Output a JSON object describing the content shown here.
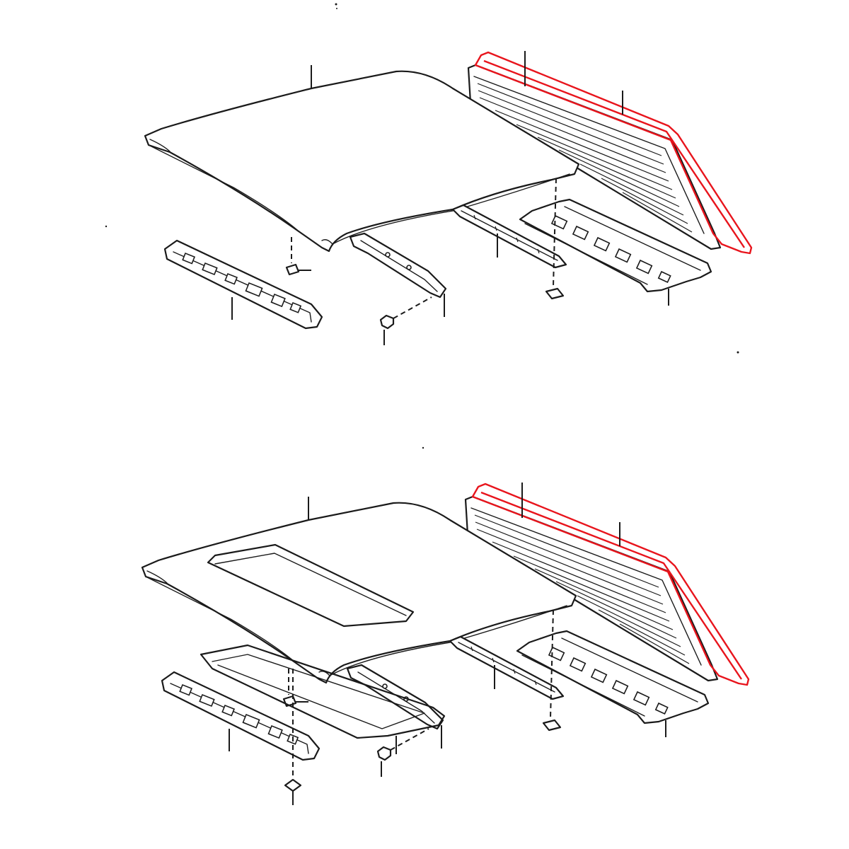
{
  "colors": {
    "ink": "#1a1a1a",
    "highlight": "#e8141c",
    "background": "#ffffff"
  },
  "views": [
    {
      "name": "roof-assembly-without-sunroof",
      "has_sunroof": false,
      "highlighted_part": "roof-glass-weatherstrip"
    },
    {
      "name": "roof-assembly-with-sunroof",
      "has_sunroof": true,
      "highlighted_part": "roof-glass-weatherstrip"
    }
  ]
}
